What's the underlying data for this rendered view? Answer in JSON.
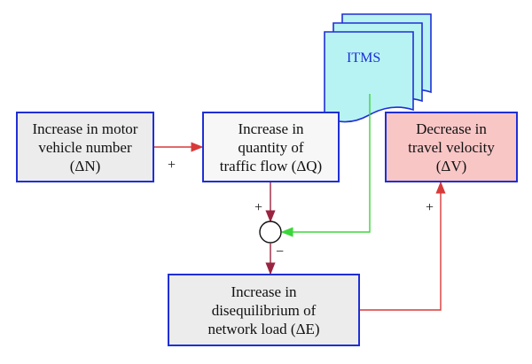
{
  "diagram": {
    "motor_box": {
      "line1": "Increase in motor",
      "line2": "vehicle number",
      "line3_text": "(ΔN)"
    },
    "flow_box": {
      "line1": "Increase in",
      "line2": "quantity of",
      "line3": "traffic flow (ΔQ)"
    },
    "velocity_box": {
      "line1": "Decrease in",
      "line2": "travel velocity",
      "line3": "(ΔV)"
    },
    "diseq_box": {
      "line1": "Increase in",
      "line2": "disequilibrium of",
      "line3": "network load (ΔE)"
    },
    "itms_label": "ITMS",
    "signs": {
      "motor_to_flow": "+",
      "flow_to_sum": "+",
      "sum_to_diseq": "−",
      "diseq_to_velocity": "+"
    },
    "colors": {
      "box_border": "#1f2fd6",
      "arrow_red": "#d83a3a",
      "arrow_dark_red": "#9a2440",
      "arrow_green": "#3bd63b",
      "itms_fill": "#b8f3f3",
      "velocity_fill": "#f9c6c6"
    }
  }
}
